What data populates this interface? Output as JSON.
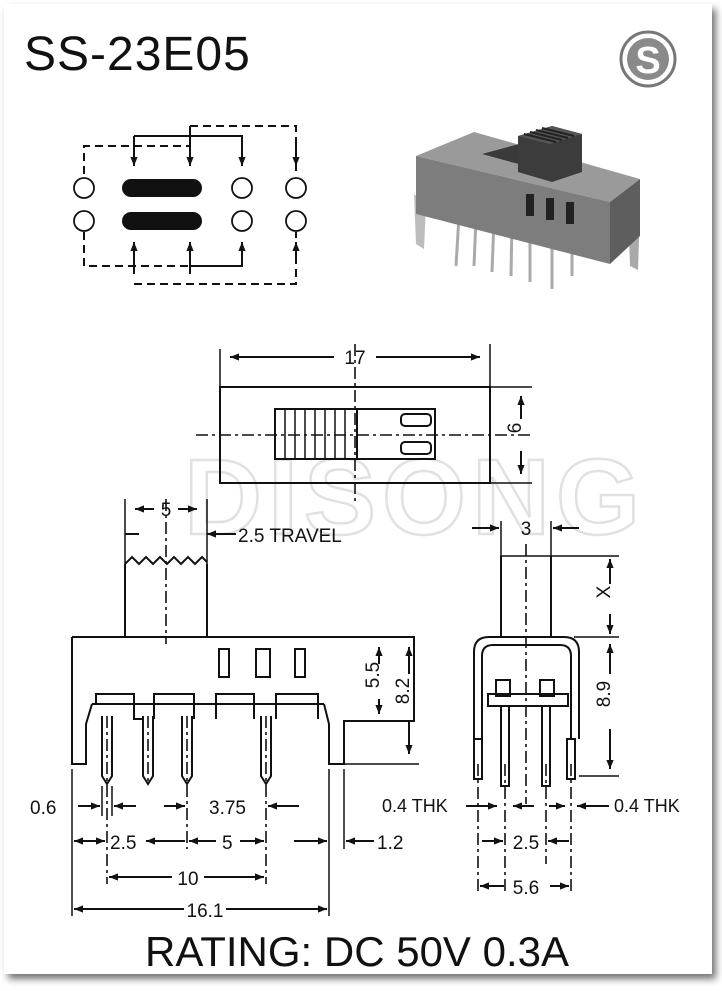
{
  "title": "SS-23E05",
  "logo_letter": "S",
  "watermark": "DISONG",
  "rating": "RATING: DC 50V 0.3A",
  "top_view": {
    "width": "17",
    "height": "6"
  },
  "front_view": {
    "knob_width": "5",
    "travel": "2.5 TRAVEL",
    "height_body": "5.5",
    "height_total": "8.2",
    "terminal_width": "0.6",
    "pitch_short": "3.75",
    "pitch_a": "2.5",
    "pitch_b": "5",
    "offset": "1.2",
    "span_terminals": "10",
    "total_length": "16.1"
  },
  "side_view": {
    "knob_width": "3",
    "knob_height": "X",
    "bracket_height": "8.9",
    "thk_left": "0.4 THK",
    "thk_right": "0.4 THK",
    "pin_pitch": "2.5",
    "bracket_width": "5.6"
  }
}
